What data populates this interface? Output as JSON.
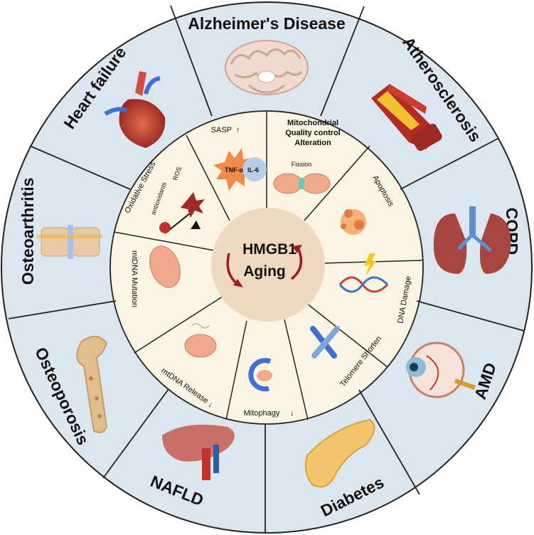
{
  "center": {
    "top": "HMGB1",
    "bottom": "Aging"
  },
  "outer_ring": [
    "Alzheimer's Disease",
    "Atherosclerosis",
    "COPD",
    "AMD",
    "Diabetes",
    "NAFLD",
    "Osteoporosis",
    "Osteoarthritis",
    "Heart failure"
  ],
  "inner_ring": {
    "sasp": "SASP",
    "sasp_arrow": "↑",
    "tnf": "TNF-α",
    "il6": "IL-6",
    "mito_qc_1": "Mitochondrial",
    "mito_qc_2": "Quality control",
    "mito_qc_3": "Alteration",
    "fission": "Fission",
    "apoptosis": "Apoptosis",
    "dna_damage": "DNA Damage",
    "telomere": "Telomere Shorten",
    "mitophagy": "Mitophagy",
    "mitophagy_arrow": "↓",
    "mtdna_release": "mtDNA Release",
    "mtdna_release_arrow": "↓",
    "mtdna_mutation": "mtDNA Mutation",
    "oxidative_stress": "Oxidative Stress",
    "antioxidants": "antioxidants",
    "ros": "ROS"
  },
  "colors": {
    "outer_fill": "#dce6ef",
    "inner_fill": "#faf4e2",
    "center_fill": "#efd9c1",
    "line": "#222222",
    "arrow": "#9c1d1d"
  }
}
